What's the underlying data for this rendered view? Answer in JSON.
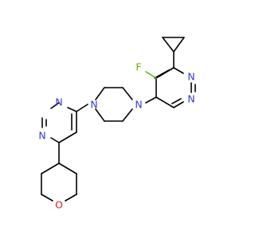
{
  "molecule": {
    "atoms": {
      "fluorine": "F",
      "ring_nitrogen_upper_1": "N",
      "ring_nitrogen_upper_2": "N",
      "piperazine_nitrogen_right": "N",
      "piperazine_nitrogen_left": "N",
      "ring_nitrogen_lower_1": "N",
      "ring_nitrogen_lower_2": "N",
      "ring_oxygen": "O"
    }
  },
  "colors": {
    "carbon": "#000000",
    "nitrogen": "#3838d8",
    "fluorine": "#58b800",
    "oxygen": "#e02020",
    "background": "#ffffff"
  }
}
